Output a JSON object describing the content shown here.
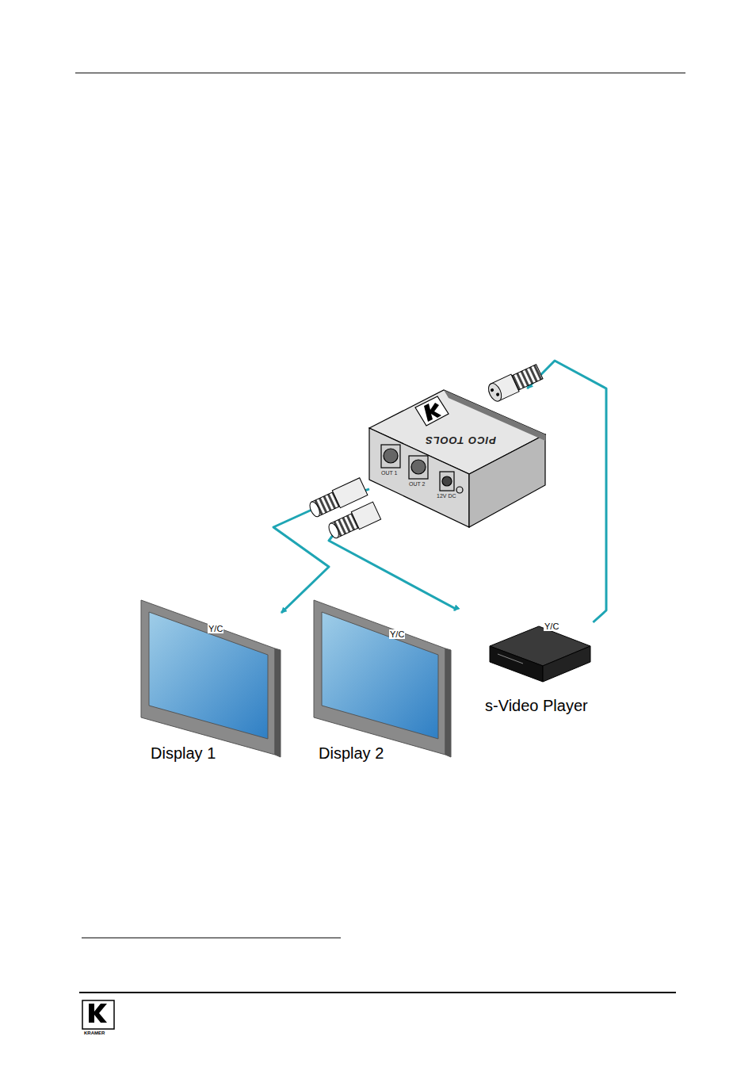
{
  "diagram": {
    "nodes": [
      {
        "text": [
          "PICO TOOLS"
        ]
      },
      {
        "text": [
          "Display 1"
        ]
      },
      {
        "text": [
          "Display 2"
        ]
      },
      {
        "text": [
          "s-Video Player"
        ]
      }
    ],
    "edges": [
      {
        "from": 0,
        "to": 1,
        "arrow": "to",
        "label": "Y/C"
      },
      {
        "from": 0,
        "to": 2,
        "arrow": "to",
        "label": "Y/C"
      },
      {
        "from": 3,
        "to": 0,
        "arrow": "to",
        "label": "Y/C"
      }
    ],
    "labels": [
      "OUT 1",
      "OUT 2",
      "12V DC",
      "KRAMER"
    ]
  }
}
